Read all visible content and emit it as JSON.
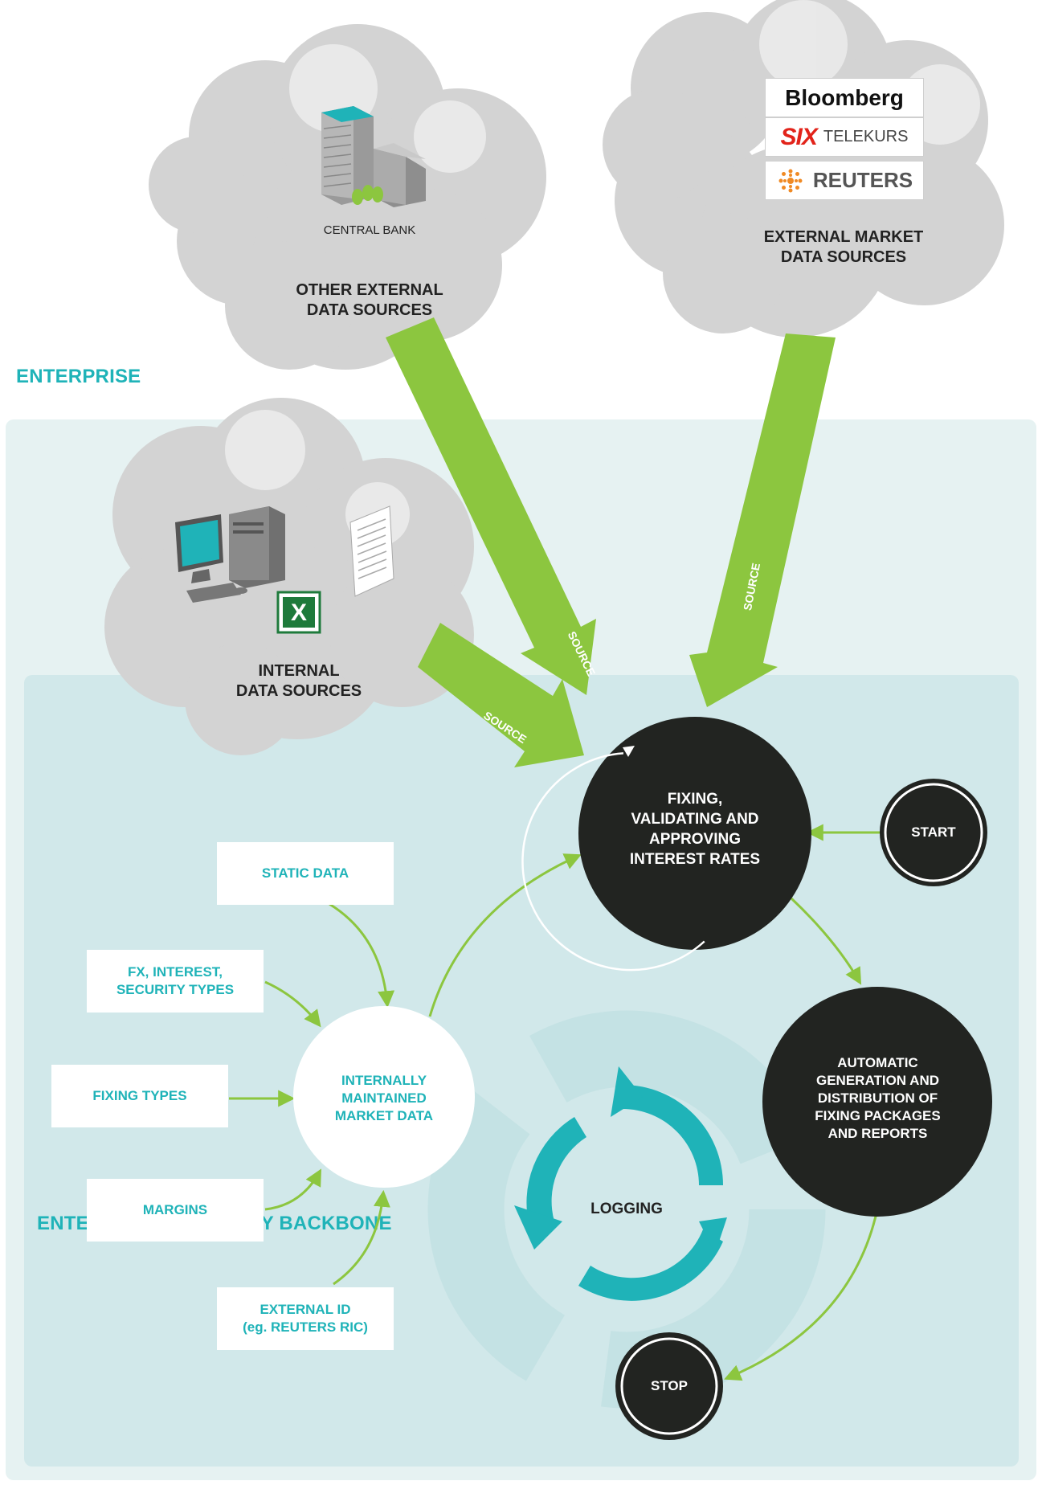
{
  "panels": {
    "enterprise_title": "ENTERPRISE",
    "backbone_title": "ENTERPRISE TREASURY BACKBONE"
  },
  "clouds": {
    "other_external": {
      "caption": "CENTRAL BANK",
      "title_line1": "OTHER EXTERNAL",
      "title_line2": "DATA SOURCES"
    },
    "external_market": {
      "title_line1": "EXTERNAL MARKET",
      "title_line2": "DATA SOURCES"
    },
    "internal": {
      "title_line1": "INTERNAL",
      "title_line2": "DATA SOURCES"
    }
  },
  "vendors": {
    "bloomberg": "Bloomberg",
    "six_mark": "SIX",
    "telekurs": "TELEKURS",
    "reuters": "REUTERS"
  },
  "arrows": {
    "source_label": "SOURCE"
  },
  "nodes": {
    "fixing": {
      "line1": "FIXING,",
      "line2": "VALIDATING AND",
      "line3": "APPROVING",
      "line4": "INTEREST RATES"
    },
    "start": "START",
    "automatic": {
      "line1": "AUTOMATIC",
      "line2": "GENERATION AND",
      "line3": "DISTRIBUTION OF",
      "line4": "FIXING PACKAGES",
      "line5": "AND REPORTS"
    },
    "stop": "STOP",
    "logging": "LOGGING",
    "internal_market": {
      "line1": "INTERNALLY",
      "line2": "MAINTAINED",
      "line3": "MARKET DATA"
    }
  },
  "inputs": {
    "static_data": "STATIC DATA",
    "fx_line1": "FX, INTEREST,",
    "fx_line2": "SECURITY TYPES",
    "fixing_types": "FIXING TYPES",
    "margins": "MARGINS",
    "external_id_line1": "EXTERNAL ID",
    "external_id_line2": "(eg. REUTERS RIC)"
  },
  "colors": {
    "green_arrow": "#8cc63f",
    "teal": "#1fb3b8",
    "dark_circle": "#222421",
    "cloud": "#d3d3d3",
    "enterprise_bg": "#e6f2f2",
    "backbone_bg": "#d1e8ea"
  },
  "icons": [
    "building-icon",
    "computer-icon",
    "document-icon",
    "excel-icon",
    "reuters-logo-icon",
    "six-logo-icon"
  ]
}
